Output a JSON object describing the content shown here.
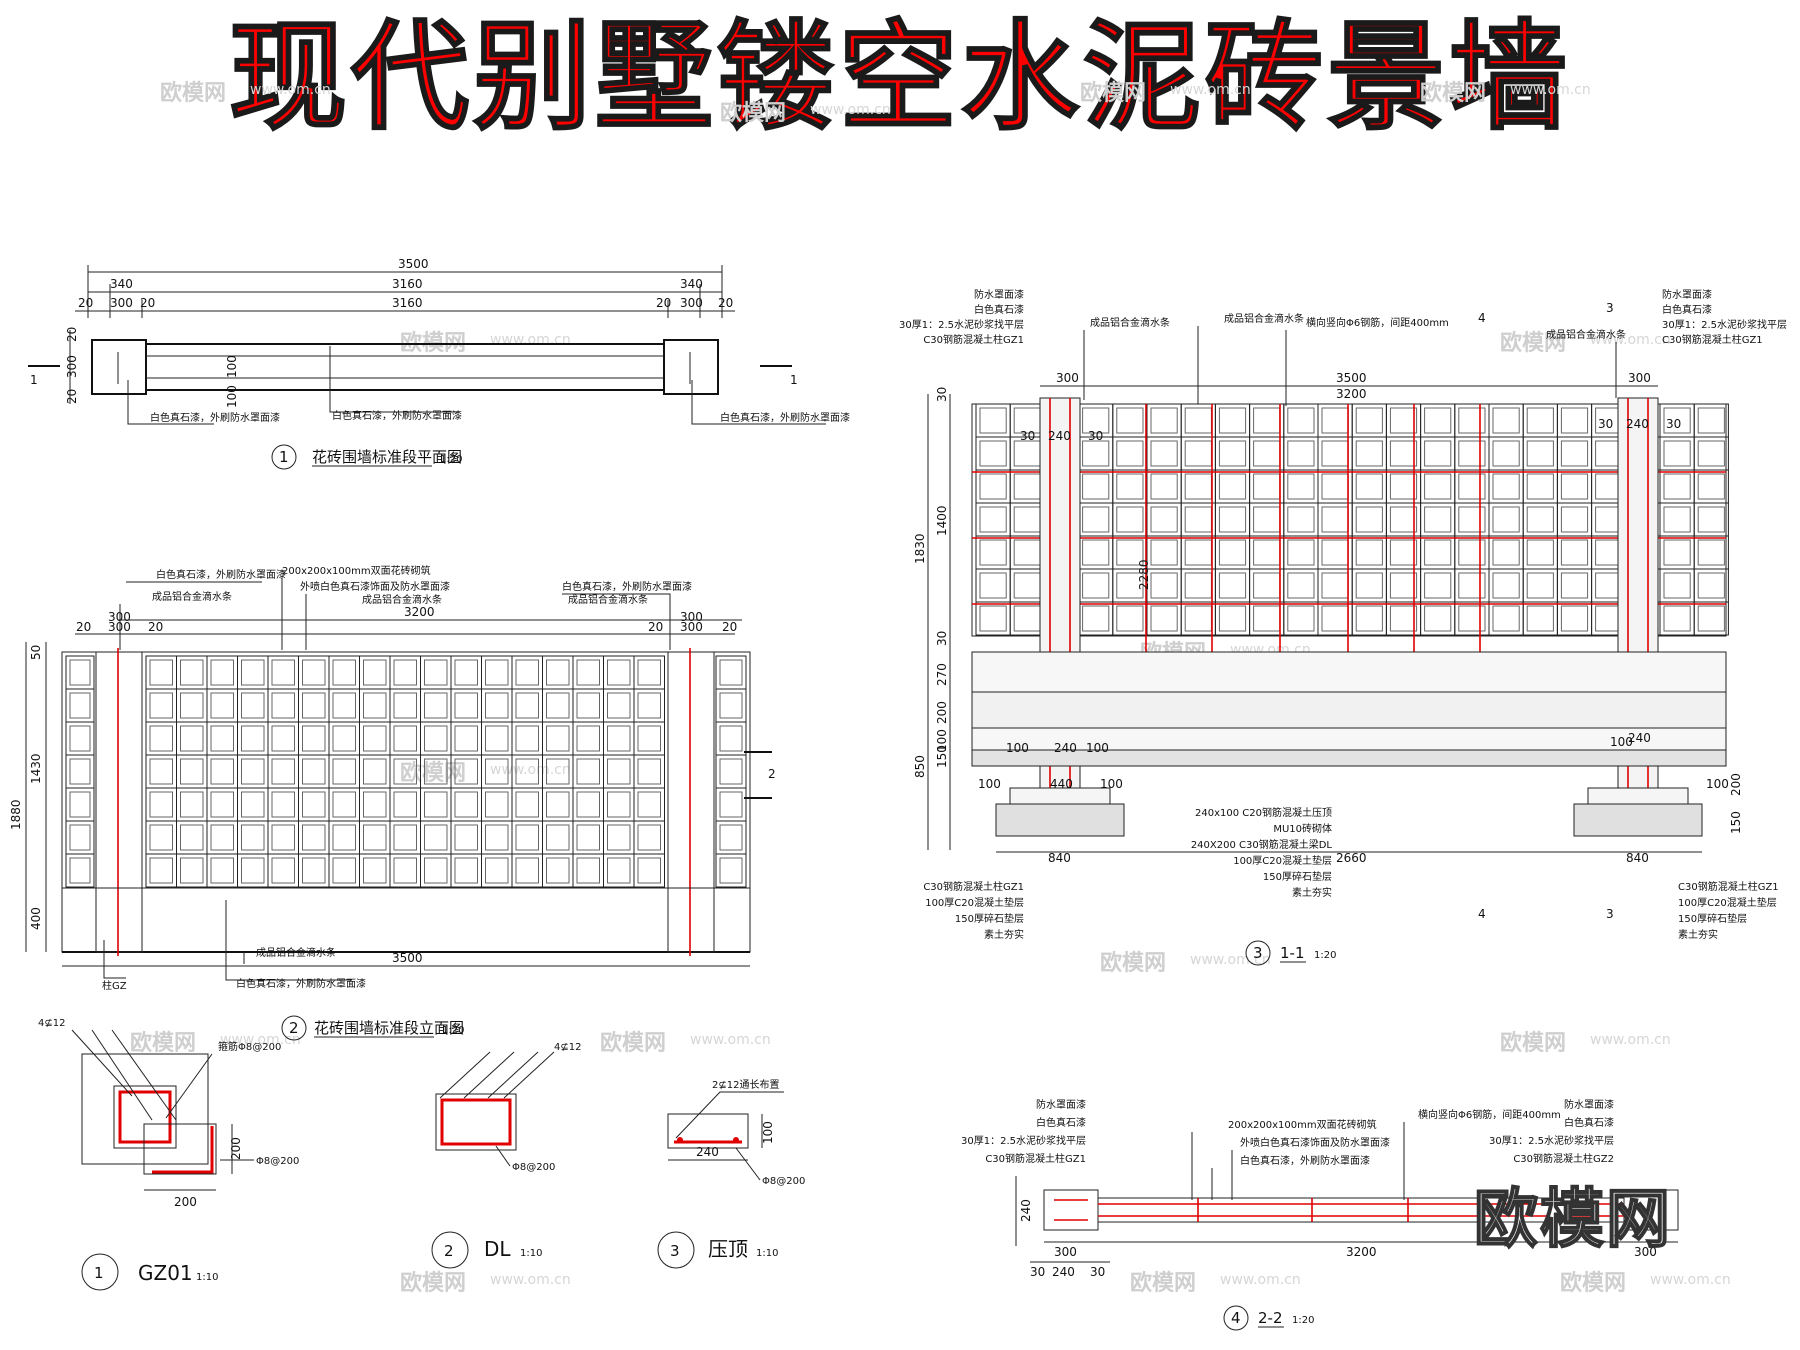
{
  "title": "现代别墅镂空水泥砖景墙",
  "title_color": "#ff0000",
  "watermark_text": "欧模网",
  "watermark_url": "www.om.cn",
  "brand_watermark": "欧模网",
  "views": {
    "plan": {
      "number": "1",
      "title": "花砖围墙标准段平面图",
      "scale": "1:20",
      "dims": {
        "total": "3500",
        "side": "340",
        "mid": "3160",
        "col": "300",
        "gap": "20",
        "v1": "20",
        "v2": "300",
        "v3": "20",
        "v4": "100",
        "v5": "100"
      },
      "notes": {
        "left": "白色真石漆，外刷防水罩面漆",
        "mid": "白色真石漆，外刷防水罩面漆",
        "right": "白色真石漆，外刷防水罩面漆"
      },
      "section_mark": "1"
    },
    "elevation": {
      "number": "2",
      "title": "花砖围墙标准段立面图",
      "scale": "1:20",
      "dims": {
        "total": "3500",
        "mid": "3200",
        "col": "300",
        "gap": "20",
        "h_total": "1880",
        "h_screen": "1430",
        "h_base": "400",
        "h_top": "50"
      },
      "notes": {
        "n1": "白色真石漆，外刷防水罩面漆",
        "n2": "200x200x100mm双面花砖砌筑",
        "n3": "外喷白色真石漆饰面及防水罩面漆",
        "n4": "成品铝合金滴水条",
        "n5": "成品铝合金滴水条",
        "n6": "白色真石漆，外刷防水罩面漆",
        "n7": "成品铝合金滴水条",
        "n8": "成品铝合金滴水条",
        "n9": "白色真石漆，外刷防水罩面漆",
        "col": "柱GZ"
      },
      "section_mark": "2"
    },
    "section1": {
      "number": "3",
      "title": "1-1",
      "scale": "1:20",
      "dims": {
        "total": "3500",
        "mid": "3200",
        "col": "300",
        "c1": "30",
        "c2": "240",
        "h1": "30",
        "h2": "1400",
        "h3": "1830",
        "h4": "30",
        "h5": "270",
        "h6": "200",
        "h7": "150",
        "h8": "100",
        "h9": "850",
        "inner": "2280",
        "f1": "100",
        "f2": "440",
        "f3": "100",
        "f4": "240",
        "f5": "200",
        "f6": "100",
        "f7": "150",
        "foot": "840",
        "span": "2660"
      },
      "left_notes": [
        "防水罩面漆",
        "白色真石漆",
        "30厚1：2.5水泥砂浆找平层",
        "C30钢筋混凝土柱GZ1"
      ],
      "right_notes": [
        "防水罩面漆",
        "白色真石漆",
        "30厚1：2.5水泥砂浆找平层",
        "C30钢筋混凝土柱GZ1"
      ],
      "top_notes": [
        "成品铝合金滴水条",
        "成品铝合金滴水条",
        "横向竖向Φ6钢筋，间距400mm",
        "成品铝合金滴水条"
      ],
      "mid_notes": [
        "240x100 C20钢筋混凝土压顶",
        "MU10砖砌体",
        "240X200 C30钢筋混凝土梁DL",
        "100厚C20混凝土垫层",
        "150厚碎石垫层",
        "素土夯实"
      ],
      "bottom_notes": [
        "C30钢筋混凝土柱GZ1",
        "100厚C20混凝土垫层",
        "150厚碎石垫层",
        "素土夯实"
      ],
      "marks": {
        "a": "4",
        "b": "3"
      }
    },
    "section2": {
      "number": "4",
      "title": "2-2",
      "scale": "1:20",
      "dims": {
        "col": "300",
        "mid": "3200",
        "c1": "30",
        "c2": "240",
        "h": "240"
      },
      "left_notes": [
        "防水罩面漆",
        "白色真石漆",
        "30厚1：2.5水泥砂浆找平层",
        "C30钢筋混凝土柱GZ1"
      ],
      "right_notes": [
        "防水罩面漆",
        "白色真石漆",
        "30厚1：2.5水泥砂浆找平层",
        "C30钢筋混凝土柱GZ2"
      ],
      "mid_notes": [
        "200x200x100mm双面花砖砌筑",
        "外喷白色真石漆饰面及防水罩面漆",
        "白色真石漆，外刷防水罩面漆"
      ],
      "top_note": "横向竖向Φ6钢筋，间距400mm"
    },
    "details": [
      {
        "number": "1",
        "title": "GZ01",
        "scale": "1:10",
        "rebar": "4⊈12",
        "stirrup": "箍筋Φ8@200",
        "stirrup2": "Φ8@200",
        "dim1": "200",
        "dim2": "200"
      },
      {
        "number": "2",
        "title": "DL",
        "scale": "1:10",
        "rebar": "4⊈12",
        "stirrup": "Φ8@200"
      },
      {
        "number": "3",
        "title": "压顶",
        "scale": "1:10",
        "rebar": "2⊈12通长布置",
        "stirrup": "Φ8@200",
        "dim1": "240",
        "dim2": "100"
      }
    ]
  }
}
